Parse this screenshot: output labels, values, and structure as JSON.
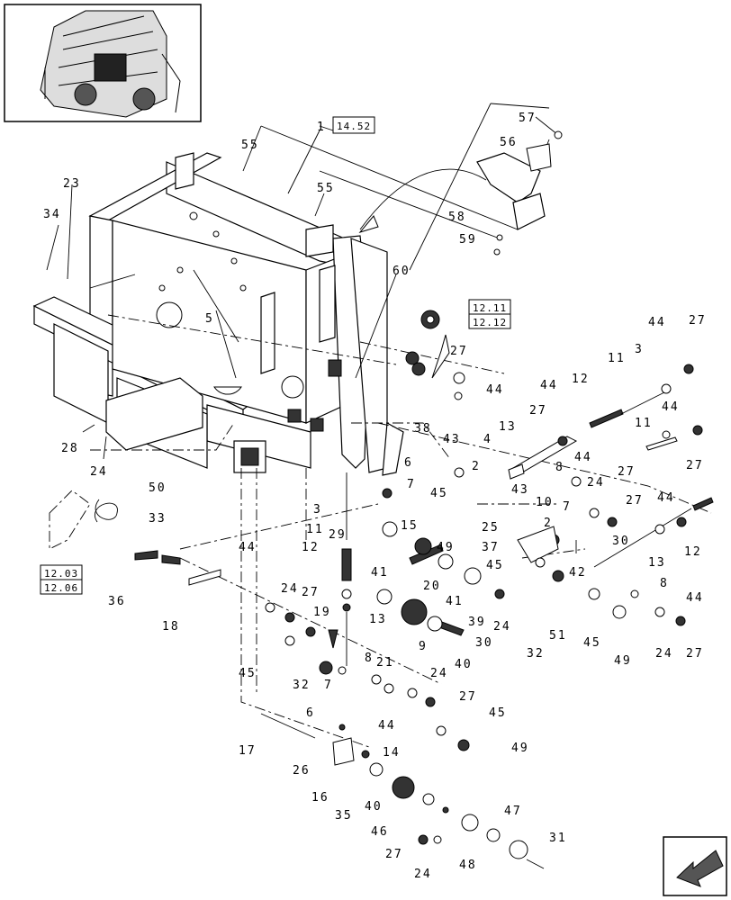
{
  "diagram": {
    "references": [
      "14.52",
      "12.11",
      "12.12",
      "12.03",
      "12.06"
    ],
    "callouts": [
      "1",
      "2",
      "3",
      "4",
      "5",
      "6",
      "7",
      "8",
      "9",
      "10",
      "11",
      "12",
      "13",
      "14",
      "15",
      "16",
      "17",
      "18",
      "19",
      "20",
      "21",
      "23",
      "24",
      "25",
      "26",
      "27",
      "28",
      "29",
      "30",
      "31",
      "32",
      "33",
      "34",
      "35",
      "36",
      "37",
      "38",
      "39",
      "40",
      "41",
      "42",
      "43",
      "44",
      "45",
      "46",
      "47",
      "48",
      "49",
      "50",
      "51",
      "55",
      "56",
      "57",
      "58",
      "59",
      "60"
    ]
  }
}
